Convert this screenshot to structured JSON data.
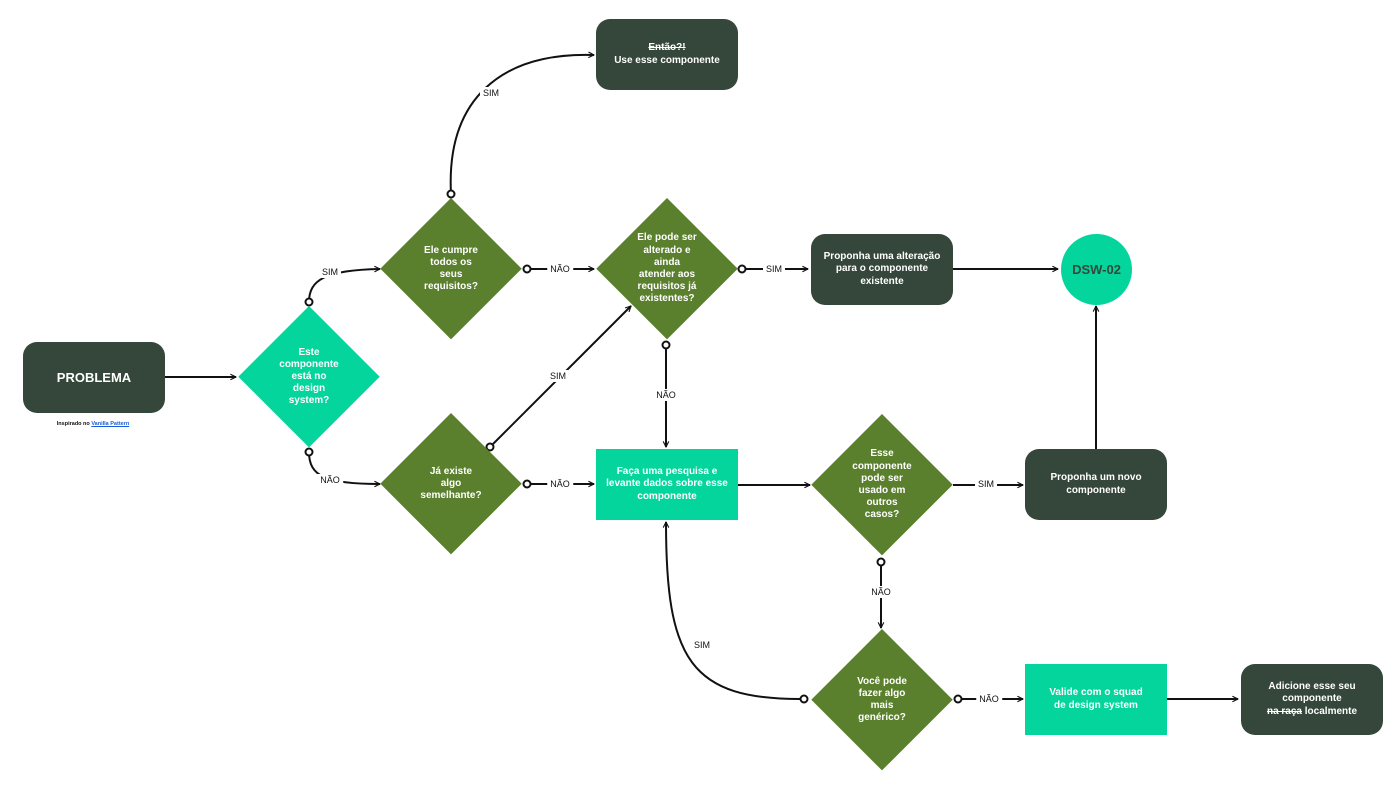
{
  "colors": {
    "dark_node": "#35473a",
    "olive_diamond": "#5a7f2d",
    "mint": "#04d59c",
    "edge": "#111111"
  },
  "nodes": {
    "problema": "PROBLEMA",
    "esta_no_ds": "Este componente está no design system?",
    "cumpre_requisitos": "Ele cumpre todos os seus requisitos?",
    "ja_existe_semelhante": "Já existe algo semelhante?",
    "entao_strike": "Então?!",
    "use_componente": "Use esse componente",
    "pode_ser_alterado": "Ele pode ser alterado e ainda atender aos requisitos já existentes?",
    "proponha_alteracao": "Proponha uma alteração para o componente existente",
    "dsw02": "DSW-02",
    "faca_pesquisa": "Faça uma pesquisa e levante dados sobre esse componente",
    "usado_outros_casos": "Esse componente pode ser usado em outros casos?",
    "proponha_novo": "Proponha um novo componente",
    "mais_generico": "Você pode fazer algo mais genérico?",
    "valide_squad": "Valide com o squad de design system",
    "adicione_prefix": "Adicione esse seu componente",
    "adicione_strike": "na raça",
    "adicione_suffix": "localmente"
  },
  "edge_labels": {
    "sim_to_cumpre": "SIM",
    "nao_to_semelhante": "NÃO",
    "sim_to_use": "SIM",
    "nao_to_alterado": "NÃO",
    "sim_to_alteracao": "SIM",
    "sim_semelhante_to_alterado": "SIM",
    "nao_alterado_to_pesquisa": "NÃO",
    "nao_semelhante_to_pesquisa": "NÃO",
    "sim_to_novo": "SIM",
    "nao_to_generico": "NÃO",
    "sim_generico_to_pesquisa": "SIM",
    "nao_to_valide": "NÃO"
  },
  "credit": {
    "text": "Inspirado no",
    "link": "Vanilla Pattern"
  }
}
